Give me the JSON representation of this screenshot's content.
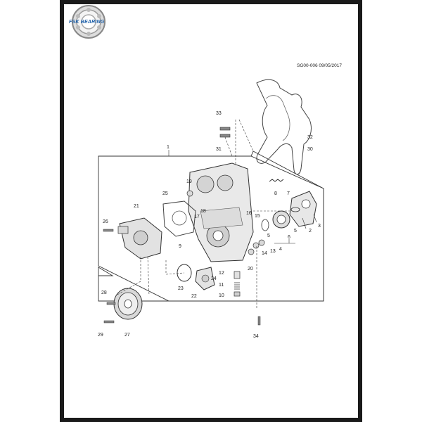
{
  "brand": {
    "logo_text": "FSK BEARING"
  },
  "diagram": {
    "reference": "SG00-006 09/05/2017"
  },
  "callouts": [
    {
      "id": "c1",
      "text": "1"
    },
    {
      "id": "c2",
      "text": "2"
    },
    {
      "id": "c3",
      "text": "3"
    },
    {
      "id": "c4",
      "text": "4"
    },
    {
      "id": "c5a",
      "text": "5"
    },
    {
      "id": "c5b",
      "text": "5"
    },
    {
      "id": "c6",
      "text": "6"
    },
    {
      "id": "c7",
      "text": "7"
    },
    {
      "id": "c8",
      "text": "8"
    },
    {
      "id": "c9",
      "text": "9"
    },
    {
      "id": "c10",
      "text": "10"
    },
    {
      "id": "c11",
      "text": "11"
    },
    {
      "id": "c12",
      "text": "12"
    },
    {
      "id": "c13",
      "text": "13"
    },
    {
      "id": "c14",
      "text": "14"
    },
    {
      "id": "c15",
      "text": "15"
    },
    {
      "id": "c16",
      "text": "16"
    },
    {
      "id": "c17",
      "text": "17"
    },
    {
      "id": "c18",
      "text": "18"
    },
    {
      "id": "c19",
      "text": "19"
    },
    {
      "id": "c20",
      "text": "20"
    },
    {
      "id": "c21",
      "text": "21"
    },
    {
      "id": "c22",
      "text": "22"
    },
    {
      "id": "c23",
      "text": "23"
    },
    {
      "id": "c24",
      "text": "24"
    },
    {
      "id": "c25",
      "text": "25"
    },
    {
      "id": "c26",
      "text": "26"
    },
    {
      "id": "c27",
      "text": "27"
    },
    {
      "id": "c28",
      "text": "28"
    },
    {
      "id": "c29",
      "text": "29"
    },
    {
      "id": "c30",
      "text": "30"
    },
    {
      "id": "c31",
      "text": "31"
    },
    {
      "id": "c32",
      "text": "32"
    },
    {
      "id": "c33",
      "text": "33"
    },
    {
      "id": "c34",
      "text": "34"
    }
  ],
  "colors": {
    "frame": "#1a1a1a",
    "logo_blue": "#1d5fa8",
    "line": "#333333"
  }
}
